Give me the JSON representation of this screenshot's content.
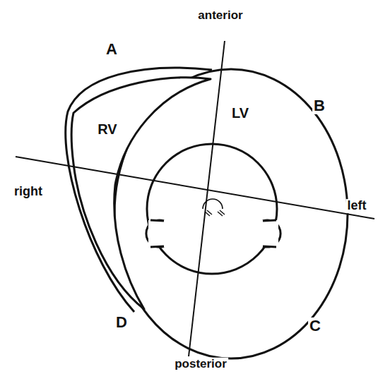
{
  "diagram": {
    "labels": [
      "anterior",
      "A",
      "RV",
      "B",
      "LV",
      "right",
      "left",
      "D",
      "C",
      "posterior"
    ]
  }
}
